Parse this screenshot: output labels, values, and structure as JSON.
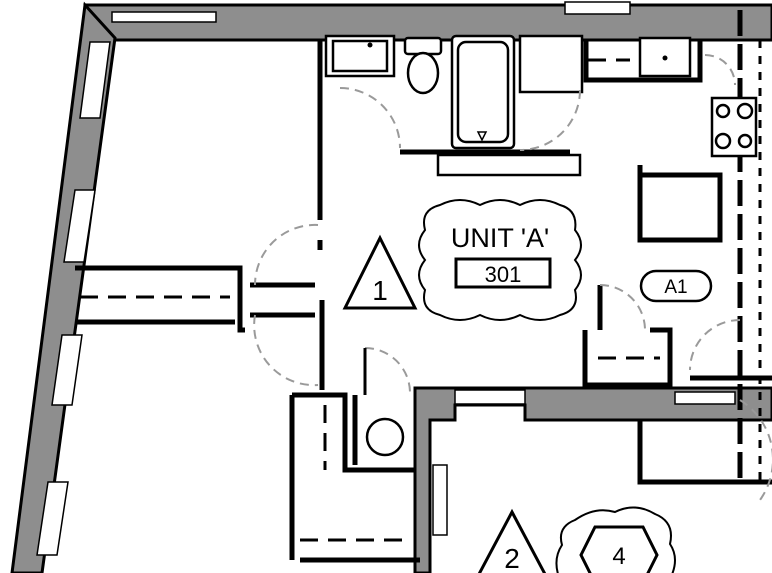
{
  "unit_tag": {
    "name": "UNIT 'A'",
    "number": "301"
  },
  "room_tags": [
    {
      "id": "1",
      "shape": "triangle"
    },
    {
      "id": "2",
      "shape": "triangle"
    },
    {
      "id": "4",
      "shape": "hexagon"
    }
  ],
  "type_tag": "A1",
  "colors": {
    "wall_fill": "#8e8e8e",
    "line": "#000000",
    "door_swing": "#9a9a9a"
  }
}
